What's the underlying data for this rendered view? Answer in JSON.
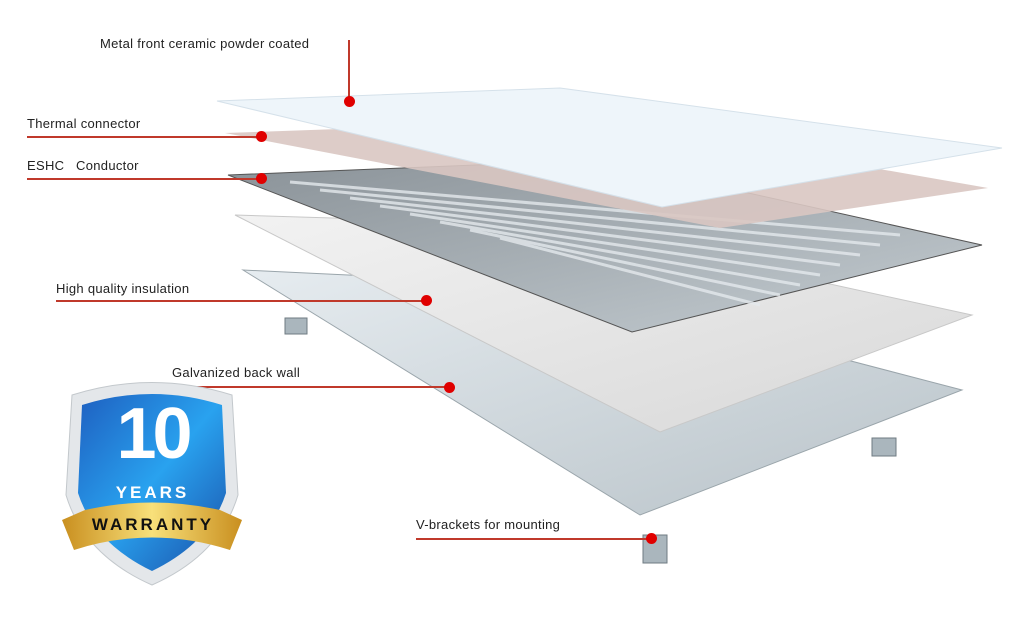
{
  "labels": {
    "front": "Metal front ceramic powder coated",
    "thermal": "Thermal connector",
    "conductor": "ESHC   Conductor",
    "insulation": "High quality insulation",
    "backwall": "Galvanized back wall",
    "brackets": "V-brackets for mounting"
  },
  "badge": {
    "number": "10",
    "years": "YEARS",
    "warranty": "WARRANTY"
  },
  "colors": {
    "accent": "#e00000",
    "leader": "#c0392b",
    "badge_blue": "#1a6fd0",
    "ribbon_gold": "#d9a531"
  }
}
